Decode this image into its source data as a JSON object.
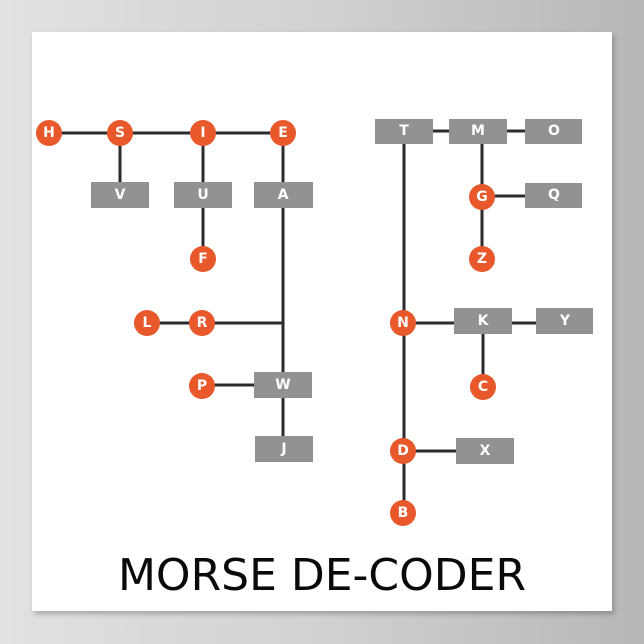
{
  "title": "MORSE DE-CODER",
  "colors": {
    "dot": "#e8582b",
    "dash": "#929292",
    "line": "#2b2b2b",
    "label": "#ffffff",
    "title": "#0a0a0a"
  },
  "legend": {
    "dot_shape": "circle",
    "dash_shape": "rectangle"
  },
  "dot_branch": {
    "nodes": [
      {
        "letter": "H",
        "type": "dot",
        "code": "...."
      },
      {
        "letter": "S",
        "type": "dot",
        "code": "..."
      },
      {
        "letter": "I",
        "type": "dot",
        "code": ".."
      },
      {
        "letter": "E",
        "type": "dot",
        "code": "."
      },
      {
        "letter": "V",
        "type": "dash",
        "code": "...-"
      },
      {
        "letter": "U",
        "type": "dash",
        "code": "..-"
      },
      {
        "letter": "A",
        "type": "dash",
        "code": ".-"
      },
      {
        "letter": "F",
        "type": "dot",
        "code": "..-."
      },
      {
        "letter": "L",
        "type": "dot",
        "code": ".-.."
      },
      {
        "letter": "R",
        "type": "dot",
        "code": ".-."
      },
      {
        "letter": "P",
        "type": "dot",
        "code": ".--."
      },
      {
        "letter": "W",
        "type": "dash",
        "code": ".--"
      },
      {
        "letter": "J",
        "type": "dash",
        "code": ".---"
      }
    ]
  },
  "dash_branch": {
    "nodes": [
      {
        "letter": "T",
        "type": "dash",
        "code": "-"
      },
      {
        "letter": "M",
        "type": "dash",
        "code": "--"
      },
      {
        "letter": "O",
        "type": "dash",
        "code": "---"
      },
      {
        "letter": "G",
        "type": "dot",
        "code": "--."
      },
      {
        "letter": "Q",
        "type": "dash",
        "code": "--.-"
      },
      {
        "letter": "Z",
        "type": "dot",
        "code": "--.."
      },
      {
        "letter": "N",
        "type": "dot",
        "code": "-."
      },
      {
        "letter": "K",
        "type": "dash",
        "code": "-.-"
      },
      {
        "letter": "Y",
        "type": "dash",
        "code": "-.--"
      },
      {
        "letter": "C",
        "type": "dot",
        "code": "-.-."
      },
      {
        "letter": "D",
        "type": "dot",
        "code": "-.."
      },
      {
        "letter": "X",
        "type": "dash",
        "code": "-..-"
      },
      {
        "letter": "B",
        "type": "dot",
        "code": "-..."
      }
    ]
  }
}
